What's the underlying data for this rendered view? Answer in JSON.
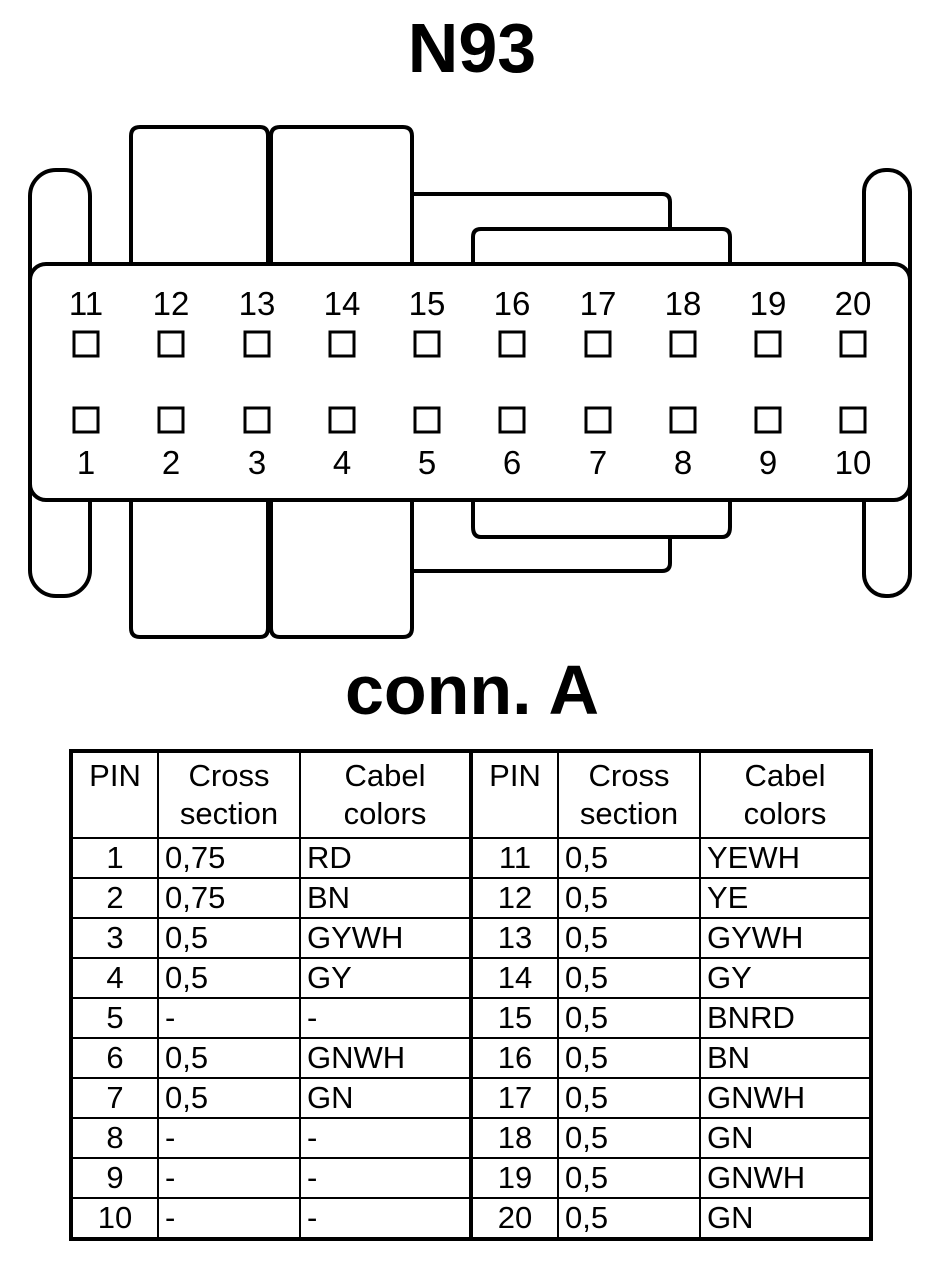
{
  "title": "N93",
  "subtitle": "conn. A",
  "connector": {
    "top_row": [
      "11",
      "12",
      "13",
      "14",
      "15",
      "16",
      "17",
      "18",
      "19",
      "20"
    ],
    "bottom_row": [
      "1",
      "2",
      "3",
      "4",
      "5",
      "6",
      "7",
      "8",
      "9",
      "10"
    ]
  },
  "table": {
    "headers": {
      "pin": "PIN",
      "cross_line1": "Cross",
      "cross_line2": "section",
      "color_line1": "Cabel",
      "color_line2": "colors"
    },
    "rows": [
      {
        "pin_a": "1",
        "cs_a": "0,75",
        "col_a": "RD",
        "pin_b": "11",
        "cs_b": "0,5",
        "col_b": "YEWH"
      },
      {
        "pin_a": "2",
        "cs_a": "0,75",
        "col_a": "BN",
        "pin_b": "12",
        "cs_b": "0,5",
        "col_b": "YE"
      },
      {
        "pin_a": "3",
        "cs_a": "0,5",
        "col_a": "GYWH",
        "pin_b": "13",
        "cs_b": "0,5",
        "col_b": "GYWH"
      },
      {
        "pin_a": "4",
        "cs_a": "0,5",
        "col_a": "GY",
        "pin_b": "14",
        "cs_b": "0,5",
        "col_b": "GY"
      },
      {
        "pin_a": "5",
        "cs_a": "-",
        "col_a": "-",
        "pin_b": "15",
        "cs_b": "0,5",
        "col_b": "BNRD"
      },
      {
        "pin_a": "6",
        "cs_a": "0,5",
        "col_a": "GNWH",
        "pin_b": "16",
        "cs_b": "0,5",
        "col_b": "BN"
      },
      {
        "pin_a": "7",
        "cs_a": "0,5",
        "col_a": "GN",
        "pin_b": "17",
        "cs_b": "0,5",
        "col_b": "GNWH"
      },
      {
        "pin_a": "8",
        "cs_a": "-",
        "col_a": "-",
        "pin_b": "18",
        "cs_b": "0,5",
        "col_b": "GN"
      },
      {
        "pin_a": "9",
        "cs_a": "-",
        "col_a": "-",
        "pin_b": "19",
        "cs_b": "0,5",
        "col_b": "GNWH"
      },
      {
        "pin_a": "10",
        "cs_a": "-",
        "col_a": "-",
        "pin_b": "20",
        "cs_b": "0,5",
        "col_b": "GN"
      }
    ]
  }
}
